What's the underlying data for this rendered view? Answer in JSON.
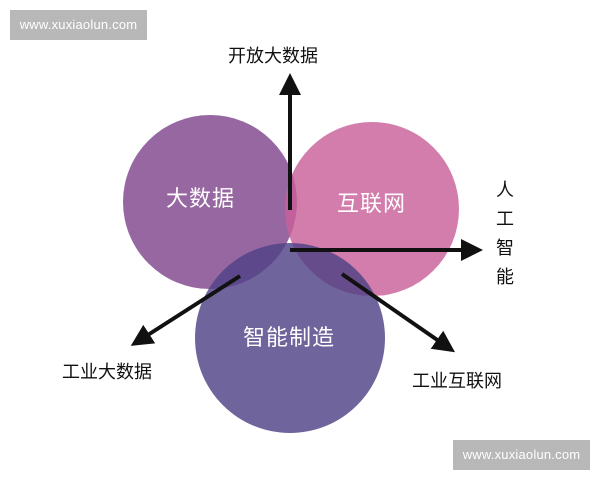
{
  "watermark": {
    "top": "www.xuxiaolun.com",
    "bottom": "www.xuxiaolun.com"
  },
  "circles": {
    "big_data": "大数据",
    "internet": "互联网",
    "smart_manufacturing": "智能制造"
  },
  "arrows": {
    "up": "开放大数据",
    "right": "人工智能",
    "lower_left": "工业大数据",
    "lower_right": "工业互联网"
  },
  "colors": {
    "big_data_circle": "#8e5a9a",
    "internet_circle": "#c9609a",
    "smart_circle": "#5a4c8c",
    "arrow": "#111111"
  }
}
